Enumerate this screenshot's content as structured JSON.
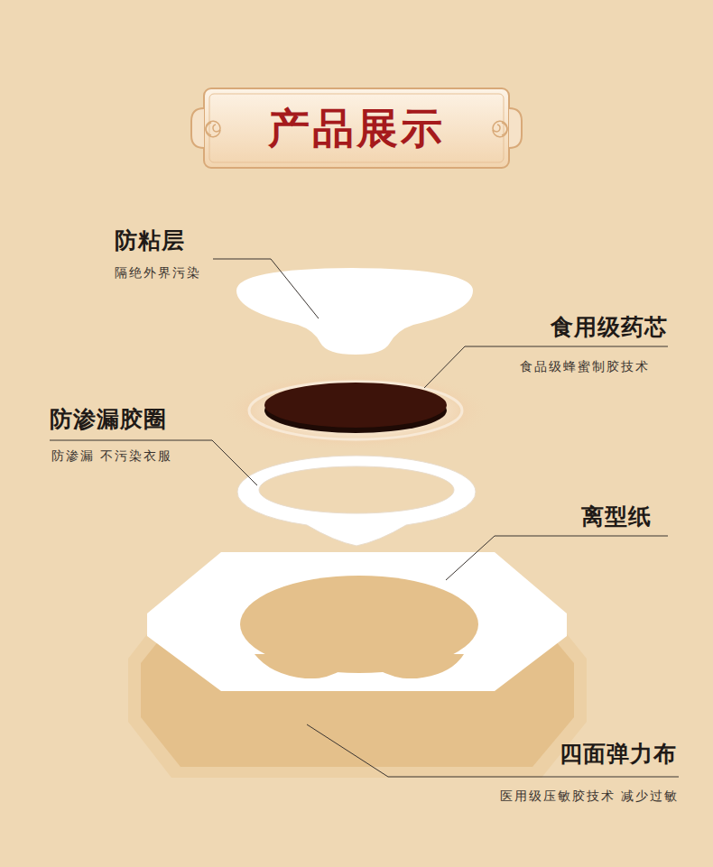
{
  "diagram": {
    "title": "产品展示",
    "labels": [
      "防粘层",
      "隔绝外界污染",
      "食用级药芯",
      "食品级蜂蜜制胶技术",
      "防渗漏胶圈",
      "防渗漏 不污染衣服",
      "离型纸",
      "四面弹力布",
      "医用级压敏胶技术 减少过敏"
    ]
  }
}
